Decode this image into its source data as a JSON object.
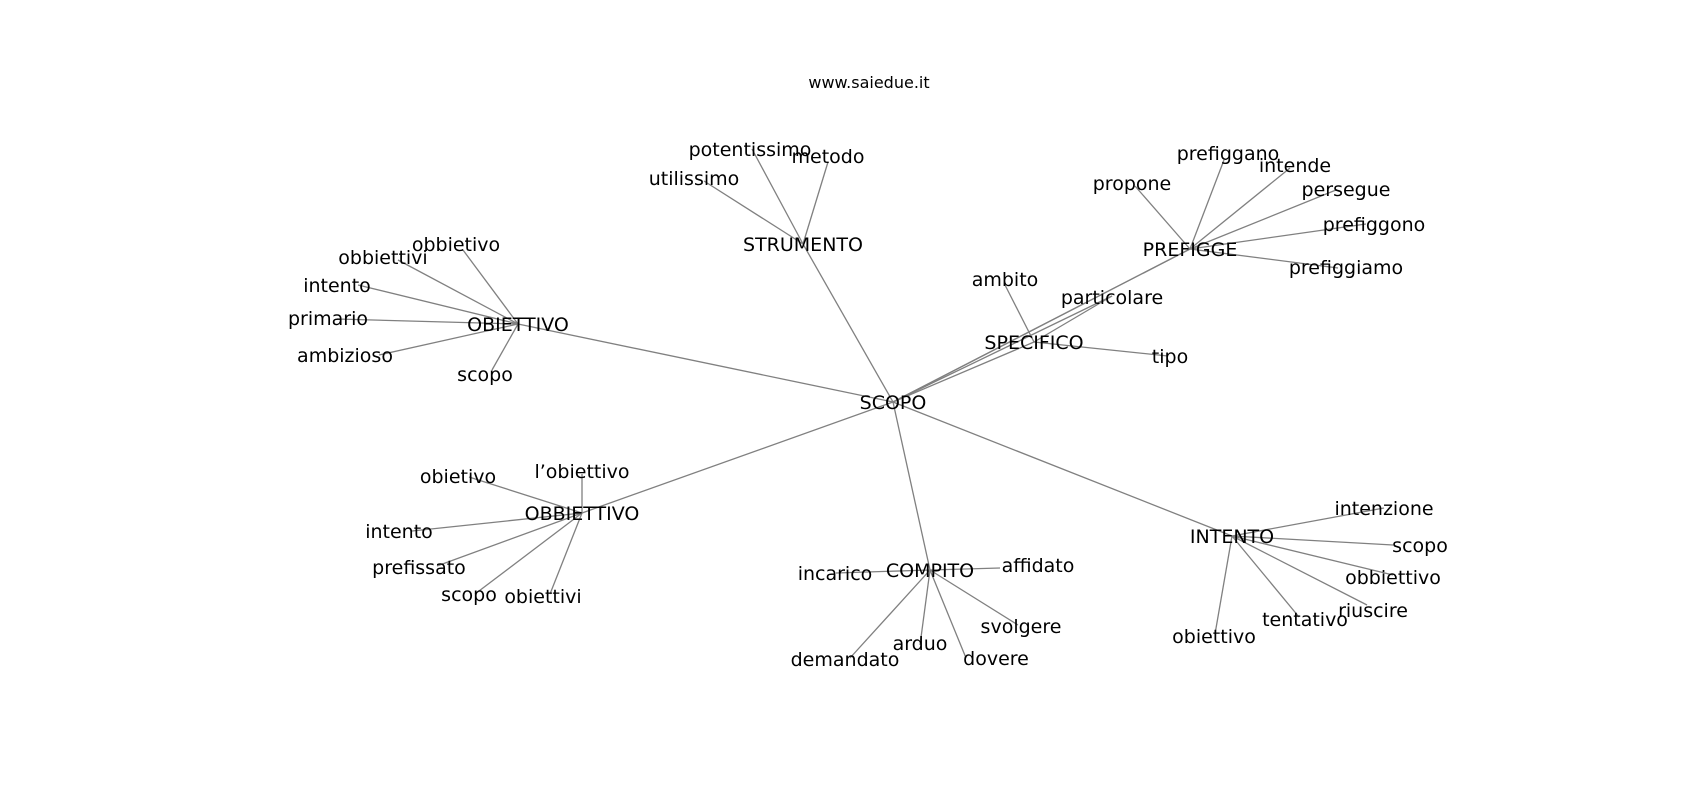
{
  "site": "www.saiedue.it",
  "graph": {
    "center": "SCOPO",
    "hubs": [
      {
        "id": "strumento",
        "label": "STRUMENTO",
        "leaves": [
          "potentissimo",
          "metodo",
          "utilissimo"
        ]
      },
      {
        "id": "prefigge",
        "label": "PREFIGGE",
        "leaves": [
          "prefiggano",
          "intende",
          "propone",
          "persegue",
          "prefiggono",
          "prefiggiamo"
        ]
      },
      {
        "id": "obiettivo",
        "label": "OBIETTIVO",
        "leaves": [
          "obbietivo",
          "obbiettivi",
          "intento",
          "primario",
          "ambizioso",
          "scopo"
        ]
      },
      {
        "id": "specifico",
        "label": "SPECIFICO",
        "leaves": [
          "ambito",
          "particolare",
          "tipo"
        ]
      },
      {
        "id": "obbiettivo",
        "label": "OBBIETTIVO",
        "leaves": [
          "obietivo",
          "l’obiettivo",
          "intento",
          "prefissato",
          "scopo",
          "obiettivi"
        ]
      },
      {
        "id": "compito",
        "label": "COMPITO",
        "leaves": [
          "incarico",
          "affidato",
          "svolgere",
          "arduo",
          "demandato",
          "dovere"
        ]
      },
      {
        "id": "intento",
        "label": "INTENTO",
        "leaves": [
          "intenzione",
          "scopo",
          "obbiettivo",
          "riuscire",
          "tentativo",
          "obiettivo"
        ]
      }
    ],
    "cross_edges": [
      {
        "hub": "specifico",
        "leaf": "particolare",
        "to": "prefigge"
      }
    ]
  }
}
